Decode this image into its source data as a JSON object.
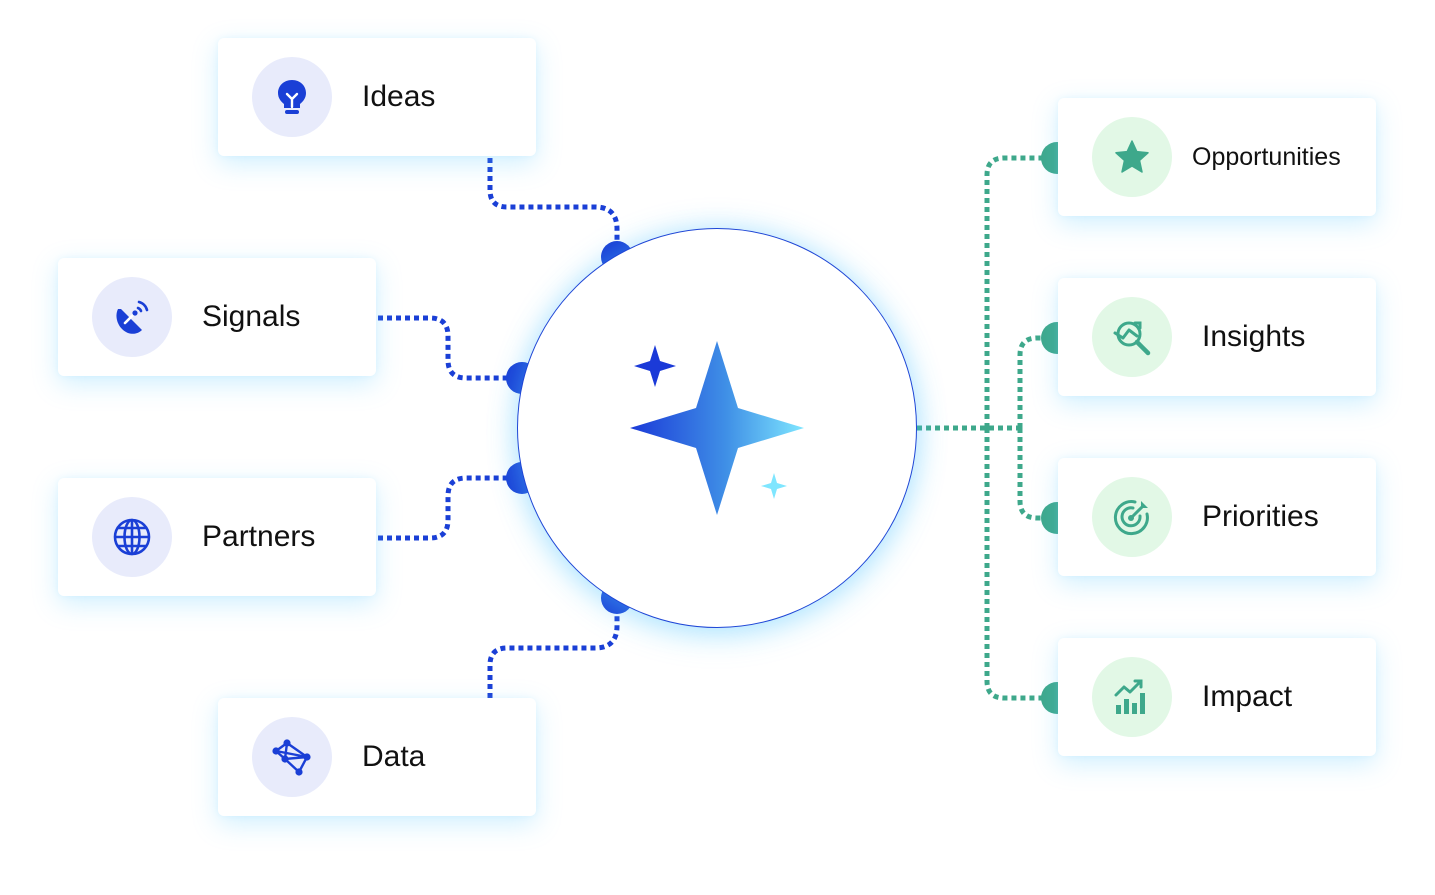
{
  "inputs": [
    {
      "label": "Ideas",
      "icon": "lightbulb-icon"
    },
    {
      "label": "Signals",
      "icon": "satellite-dish-icon"
    },
    {
      "label": "Partners",
      "icon": "globe-icon"
    },
    {
      "label": "Data",
      "icon": "network-nodes-icon"
    }
  ],
  "outputs": [
    {
      "label": "Opportunities",
      "icon": "star-icon"
    },
    {
      "label": "Insights",
      "icon": "magnifier-chart-icon"
    },
    {
      "label": "Priorities",
      "icon": "target-icon"
    },
    {
      "label": "Impact",
      "icon": "bar-chart-growth-icon"
    }
  ],
  "colors": {
    "input_accent": "#1a3fd6",
    "output_accent": "#3ea88b",
    "input_badge_bg": "#e8ebfb",
    "output_badge_bg": "#e2f8e6",
    "sparkle_gradient_start": "#1b3ad8",
    "sparkle_gradient_end": "#7fe6ff"
  }
}
